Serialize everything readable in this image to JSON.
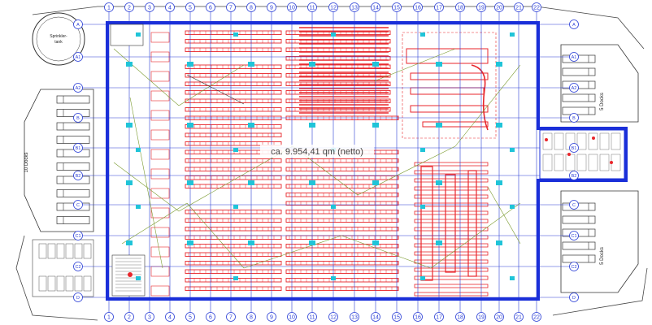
{
  "drawing": {
    "grid_columns": [
      "1",
      "2",
      "3",
      "4",
      "5",
      "6",
      "7",
      "8",
      "9",
      "10",
      "11",
      "12",
      "13",
      "14",
      "15",
      "16",
      "17",
      "18",
      "19",
      "20",
      "21",
      "22"
    ],
    "grid_rows": [
      "A",
      "A1",
      "A2",
      "B",
      "B1",
      "B2",
      "C",
      "C1",
      "C2",
      "D"
    ],
    "tank_label_1": "Sprinkler-",
    "tank_label_2": "tank",
    "dock_left": "10 Docks",
    "dock_right_top": "5 Docks",
    "dock_right_bottom": "5 Docks",
    "center_area": "ca. 9.954,41 qm (netto)",
    "colors": {
      "grid": "#2b3fd6",
      "wall": "#1a2fd9",
      "racking": "#e8262b",
      "annotation": "#7a9a2e",
      "column_marker": "#20c4d8",
      "outline": "#333333"
    }
  }
}
